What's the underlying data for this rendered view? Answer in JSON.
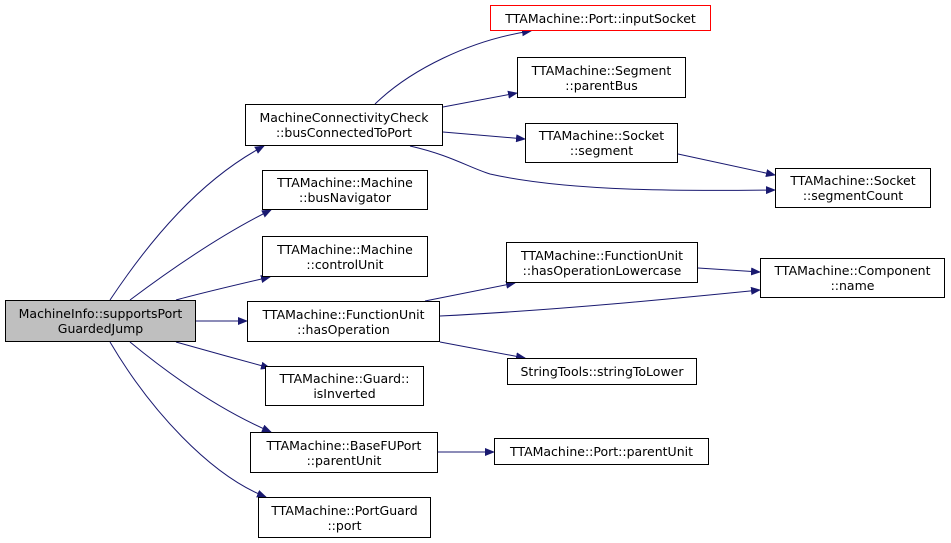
{
  "colors": {
    "edge": "#191970",
    "node_border": "#000000",
    "node_border_external": "#ff0000",
    "root_fill": "#bfbfbf",
    "node_fill": "#ffffff",
    "text": "#000000"
  },
  "nodes": [
    {
      "id": "n0",
      "lines": [
        "MachineInfo::supportsPort",
        "GuardedJump"
      ]
    },
    {
      "id": "n1",
      "lines": [
        "MachineConnectivityCheck",
        "::busConnectedToPort"
      ]
    },
    {
      "id": "n2",
      "lines": [
        "TTAMachine::Machine",
        "::busNavigator"
      ]
    },
    {
      "id": "n3",
      "lines": [
        "TTAMachine::Machine",
        "::controlUnit"
      ]
    },
    {
      "id": "n4",
      "lines": [
        "TTAMachine::FunctionUnit",
        "::hasOperation"
      ]
    },
    {
      "id": "n5",
      "lines": [
        "TTAMachine::Guard::",
        "isInverted"
      ]
    },
    {
      "id": "n6",
      "lines": [
        "TTAMachine::BaseFUPort",
        "::parentUnit"
      ]
    },
    {
      "id": "n7",
      "lines": [
        "TTAMachine::PortGuard",
        "::port"
      ]
    },
    {
      "id": "n8",
      "lines": [
        "TTAMachine::Port::inputSocket"
      ]
    },
    {
      "id": "n9",
      "lines": [
        "TTAMachine::Segment",
        "::parentBus"
      ]
    },
    {
      "id": "n10",
      "lines": [
        "TTAMachine::Socket",
        "::segment"
      ]
    },
    {
      "id": "n11",
      "lines": [
        "TTAMachine::Socket",
        "::segmentCount"
      ]
    },
    {
      "id": "n12",
      "lines": [
        "TTAMachine::FunctionUnit",
        "::hasOperationLowercase"
      ]
    },
    {
      "id": "n13",
      "lines": [
        "TTAMachine::Component",
        "::name"
      ]
    },
    {
      "id": "n14",
      "lines": [
        "StringTools::stringToLower"
      ]
    },
    {
      "id": "n15",
      "lines": [
        "TTAMachine::Port::parentUnit"
      ]
    }
  ],
  "edges": [
    {
      "from": "n0",
      "to": "n1"
    },
    {
      "from": "n0",
      "to": "n2"
    },
    {
      "from": "n0",
      "to": "n3"
    },
    {
      "from": "n0",
      "to": "n4"
    },
    {
      "from": "n0",
      "to": "n5"
    },
    {
      "from": "n0",
      "to": "n6"
    },
    {
      "from": "n0",
      "to": "n7"
    },
    {
      "from": "n1",
      "to": "n8"
    },
    {
      "from": "n1",
      "to": "n9"
    },
    {
      "from": "n1",
      "to": "n10"
    },
    {
      "from": "n1",
      "to": "n11"
    },
    {
      "from": "n10",
      "to": "n11"
    },
    {
      "from": "n4",
      "to": "n12"
    },
    {
      "from": "n4",
      "to": "n13"
    },
    {
      "from": "n4",
      "to": "n14"
    },
    {
      "from": "n12",
      "to": "n13"
    },
    {
      "from": "n6",
      "to": "n15"
    }
  ]
}
